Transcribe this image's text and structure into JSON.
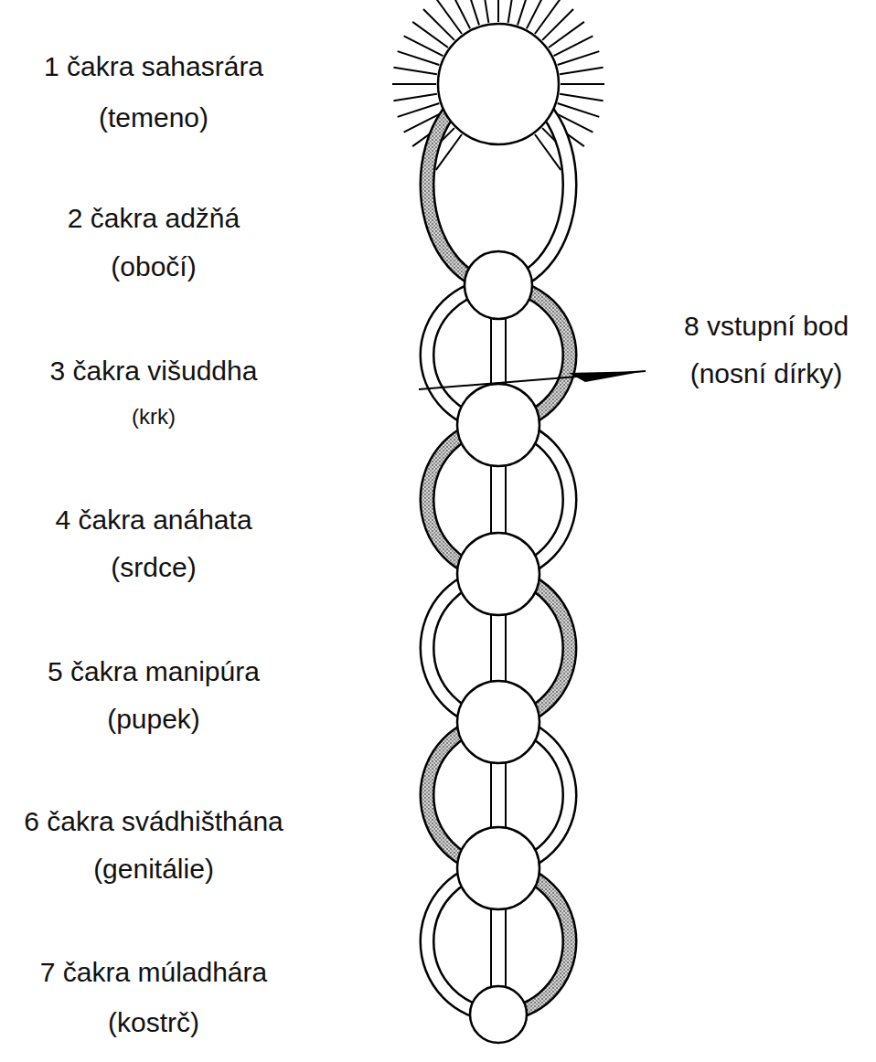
{
  "diagram": {
    "labels": [
      "1 čakra sahasrára",
      "(temeno)",
      "2 čakra adžňá",
      "(obočí)",
      "3 čakra višuddha",
      "(krk)",
      "4 čakra anáhata",
      "(srdce)",
      "5 čakra manipúra",
      "(pupek)",
      "6 čakra svádhišthána",
      "(genitálie)",
      "7 čakra múladhára",
      "(kostrč)",
      "8 vstupní bod",
      "(nosní dírky)"
    ]
  }
}
